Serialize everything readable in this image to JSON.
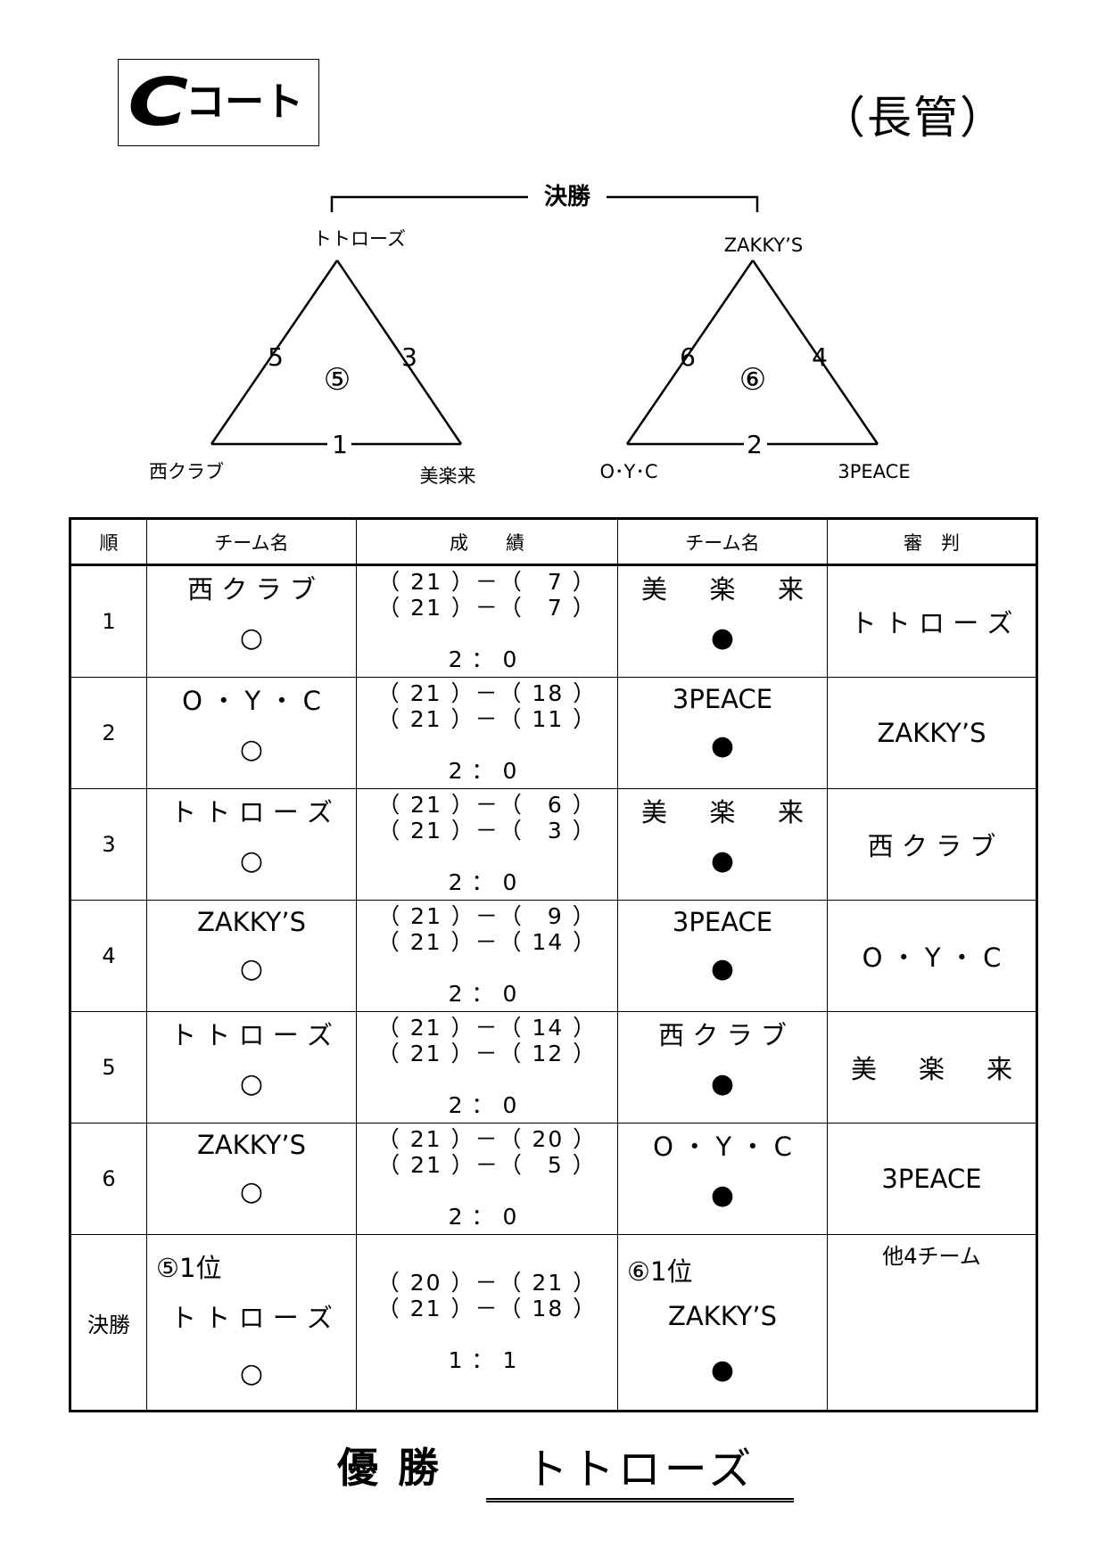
{
  "header": {
    "court_letter": "C",
    "court_word": "コート",
    "venue": "（長管）"
  },
  "bracket": {
    "final_label": "決勝",
    "pools": [
      {
        "mark": "⑤",
        "top": "トトローズ",
        "bottom_left": "西クラブ",
        "bottom_right": "美楽来",
        "left_edge": "5",
        "right_edge": "3",
        "bottom_edge": "1"
      },
      {
        "mark": "⑥",
        "top": "ZAKKY’S",
        "bottom_left": "O･Y･C",
        "bottom_right": "3PEACE",
        "left_edge": "6",
        "right_edge": "4",
        "bottom_edge": "2"
      }
    ]
  },
  "table": {
    "headers": [
      "順",
      "チーム名",
      "成　　績",
      "チーム名",
      "審　判"
    ],
    "matches": [
      {
        "no": "1",
        "team1": "西 ク ラ ブ",
        "scores": [
          "（ 21 ）－（　7 ）",
          "（ 21 ）－（　7 ）"
        ],
        "total": "2：0",
        "team2": [
          "美",
          "楽",
          "来"
        ],
        "referee": "ト ト ロ ー ズ",
        "mark1": "○",
        "mark2": "●"
      },
      {
        "no": "2",
        "team1": "O ・ Y ・ C",
        "scores": [
          "（ 21 ）－（ 18 ）",
          "（ 21 ）－（ 11 ）"
        ],
        "total": "2：0",
        "team2": "3PEACE",
        "referee": "ZAKKY’S",
        "mark1": "○",
        "mark2": "●"
      },
      {
        "no": "3",
        "team1": "ト ト ロ ー ズ",
        "scores": [
          "（ 21 ）－（　6 ）",
          "（ 21 ）－（　3 ）"
        ],
        "total": "2：0",
        "team2": [
          "美",
          "楽",
          "来"
        ],
        "referee": "西 ク ラ ブ",
        "mark1": "○",
        "mark2": "●"
      },
      {
        "no": "4",
        "team1": "ZAKKY’S",
        "scores": [
          "（ 21 ）－（　9 ）",
          "（ 21 ）－（ 14 ）"
        ],
        "total": "2：0",
        "team2": "3PEACE",
        "referee": "O ・ Y ・ C",
        "mark1": "○",
        "mark2": "●"
      },
      {
        "no": "5",
        "team1": "ト ト ロ ー ズ",
        "scores": [
          "（ 21 ）－（ 14 ）",
          "（ 21 ）－（ 12 ）"
        ],
        "total": "2：0",
        "team2": "西 ク ラ ブ",
        "referee": [
          "美",
          "楽",
          "来"
        ],
        "mark1": "○",
        "mark2": "●"
      },
      {
        "no": "6",
        "team1": "ZAKKY’S",
        "scores": [
          "（ 21 ）－（ 20 ）",
          "（ 21 ）－（　5 ）"
        ],
        "total": "2：0",
        "team2": "O ・ Y ・ C",
        "referee": "3PEACE",
        "mark1": "○",
        "mark2": "●"
      }
    ],
    "final": {
      "label": "決勝",
      "place1": "⑤1位",
      "team1": "ト ト ロ ー ズ",
      "scores": [
        "（ 20 ）－（ 21 ）",
        "（ 21 ）－（ 18 ）"
      ],
      "total": "1：1",
      "place2": "⑥1位",
      "team2": "ZAKKY’S",
      "referee": "他4チーム",
      "mark1": "○",
      "mark2": "●"
    }
  },
  "winner": {
    "label": "優勝",
    "name": "トトローズ"
  }
}
